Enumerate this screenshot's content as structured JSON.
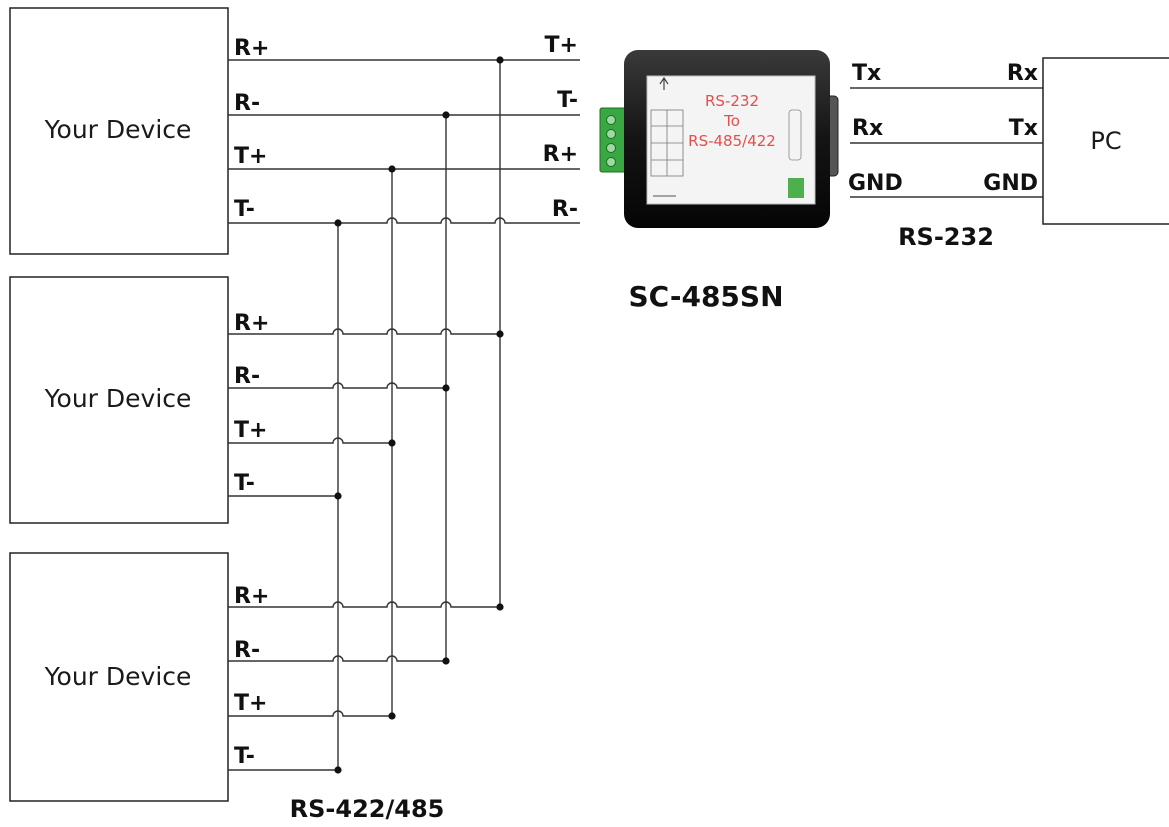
{
  "devices": [
    {
      "label": "Your Device",
      "pins": [
        "R+",
        "R-",
        "T+",
        "T-"
      ]
    },
    {
      "label": "Your Device",
      "pins": [
        "R+",
        "R-",
        "T+",
        "T-"
      ]
    },
    {
      "label": "Your Device",
      "pins": [
        "R+",
        "R-",
        "T+",
        "T-"
      ]
    }
  ],
  "converter": {
    "model": "SC-485SN",
    "left_pins": [
      "T+",
      "T-",
      "R+",
      "R-"
    ],
    "right_pins": [
      "Tx",
      "Rx",
      "GND"
    ],
    "front_line1": "RS-232",
    "front_line2": "To",
    "front_line3": "RS-485/422"
  },
  "pc": {
    "label": "PC",
    "pins": [
      "Rx",
      "Tx",
      "GND"
    ]
  },
  "captions": {
    "bus": "RS-422/485",
    "serial": "RS-232"
  }
}
